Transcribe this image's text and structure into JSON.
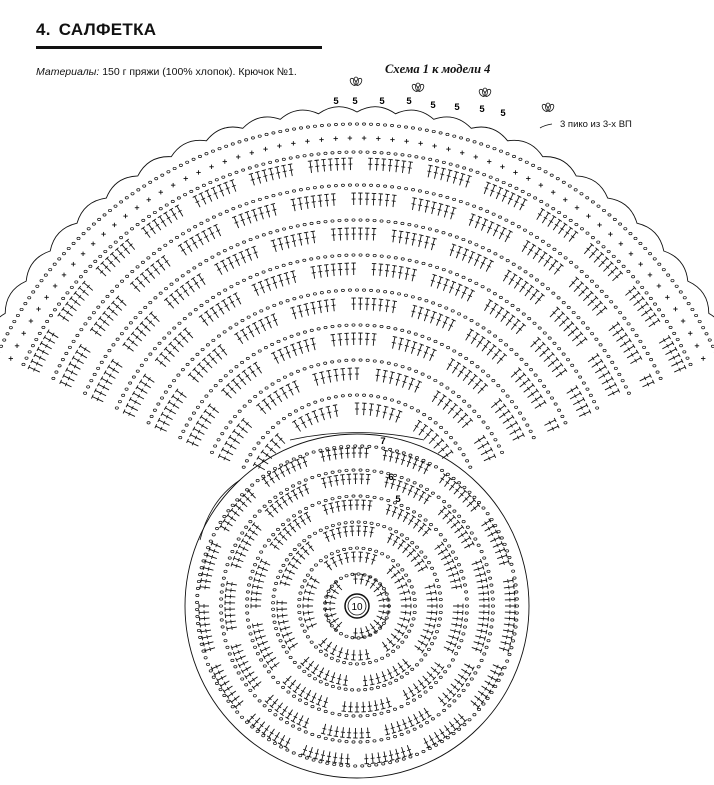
{
  "header": {
    "number": "4.",
    "title": "САЛФЕТКА"
  },
  "materials": {
    "label": "Материалы:",
    "value": "150 г пряжи  (100% хлопок). Крючок №1."
  },
  "scheme_title": "Схема 1 к модели 4",
  "picot_note": "3 пико из 3-х ВП",
  "center_label": "10",
  "row_labels": [
    "5",
    "5",
    "5",
    "5",
    "5",
    "5",
    "5",
    "5"
  ],
  "inner_labels": [
    "7",
    "6",
    "5"
  ],
  "legend_icons": [
    "picot-icon",
    "double-crochet-icon",
    "chain-icon",
    "single-crochet-icon"
  ]
}
